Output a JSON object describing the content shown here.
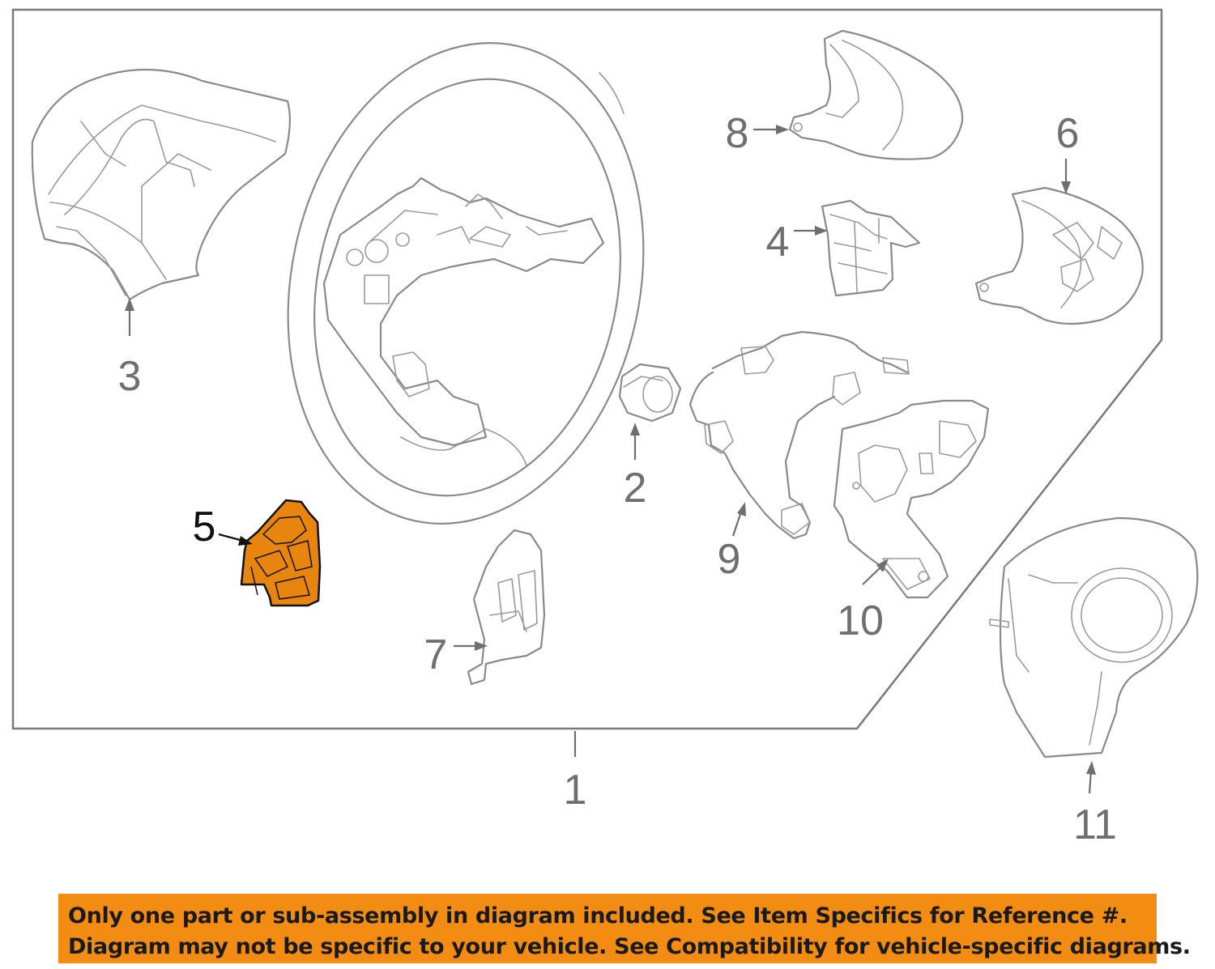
{
  "callouts": {
    "c1": "1",
    "c2": "2",
    "c3": "3",
    "c4": "4",
    "c5": "5",
    "c6": "6",
    "c7": "7",
    "c8": "8",
    "c9": "9",
    "c10": "10",
    "c11": "11"
  },
  "highlighted_part": "5",
  "colors": {
    "highlight_fill": "#e8850f",
    "notice_background": "#f28c12",
    "outline": "#8a8a8a"
  },
  "notice": {
    "line1": "Only one part or sub-assembly in diagram included. See Item Specifics for Reference #.",
    "line2": "Diagram may not be specific to your vehicle. See Compatibility for vehicle-specific diagrams."
  }
}
